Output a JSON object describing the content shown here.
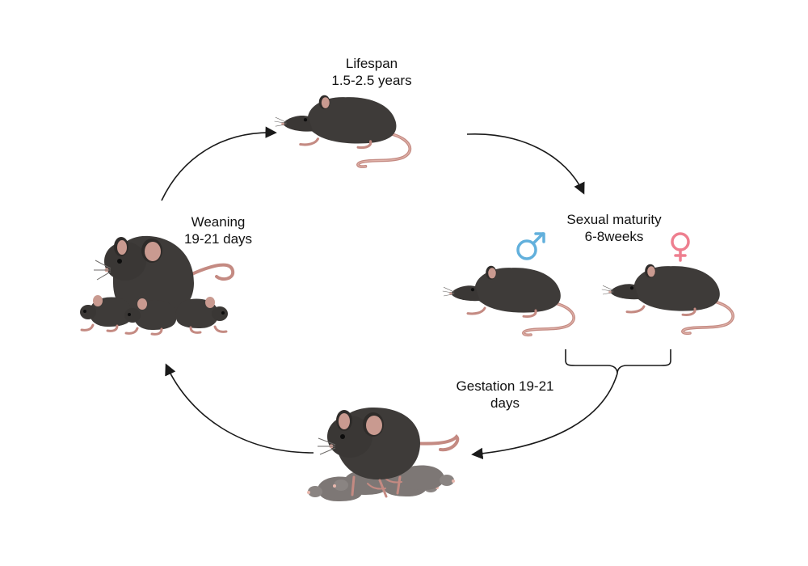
{
  "stages": {
    "lifespan": {
      "title": "Lifespan",
      "value": "1.5-2.5 years"
    },
    "sexual_maturity": {
      "title": "Sexual maturity",
      "value": "6-8weeks"
    },
    "gestation": {
      "line1": "Gestation 19-21",
      "line2": "days"
    },
    "weaning": {
      "title": "Weaning",
      "value": "19-21 days"
    }
  },
  "symbols": {
    "male": {
      "icon": "male-symbol-icon",
      "color": "#62b0dc"
    },
    "female": {
      "icon": "female-symbol-icon",
      "color": "#ee7f8f"
    }
  },
  "colors": {
    "mouse_body": "#3e3b39",
    "mouse_ear": "#c99a90",
    "mouse_tail": "#c48a82",
    "pup_body": "#7d7775",
    "arrow": "#1a1a1a"
  }
}
